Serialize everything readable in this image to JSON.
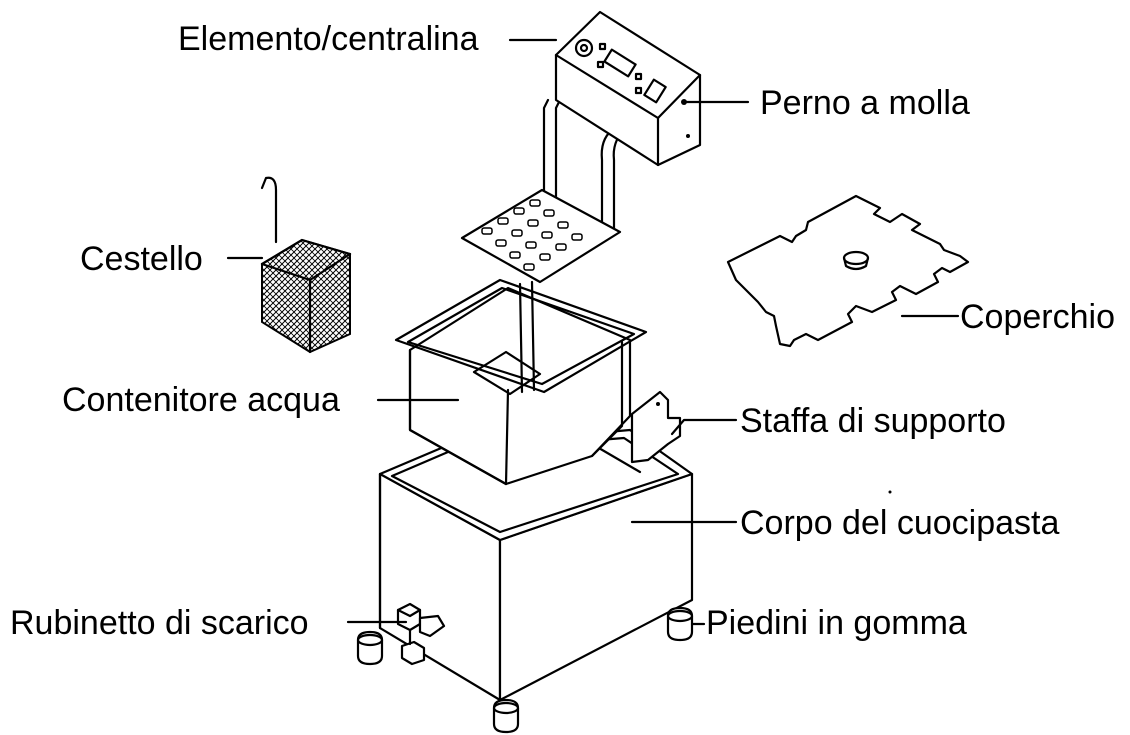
{
  "labels": {
    "elemento": "Elemento/centralina",
    "perno": "Perno a molla",
    "cestello": "Cestello",
    "coperchio": "Coperchio",
    "contenitore": "Contenitore acqua",
    "staffa": "Staffa di supporto",
    "corpo": "Corpo del cuocipasta",
    "rubinetto": "Rubinetto di scarico",
    "piedini": "Piedini in gomma"
  }
}
